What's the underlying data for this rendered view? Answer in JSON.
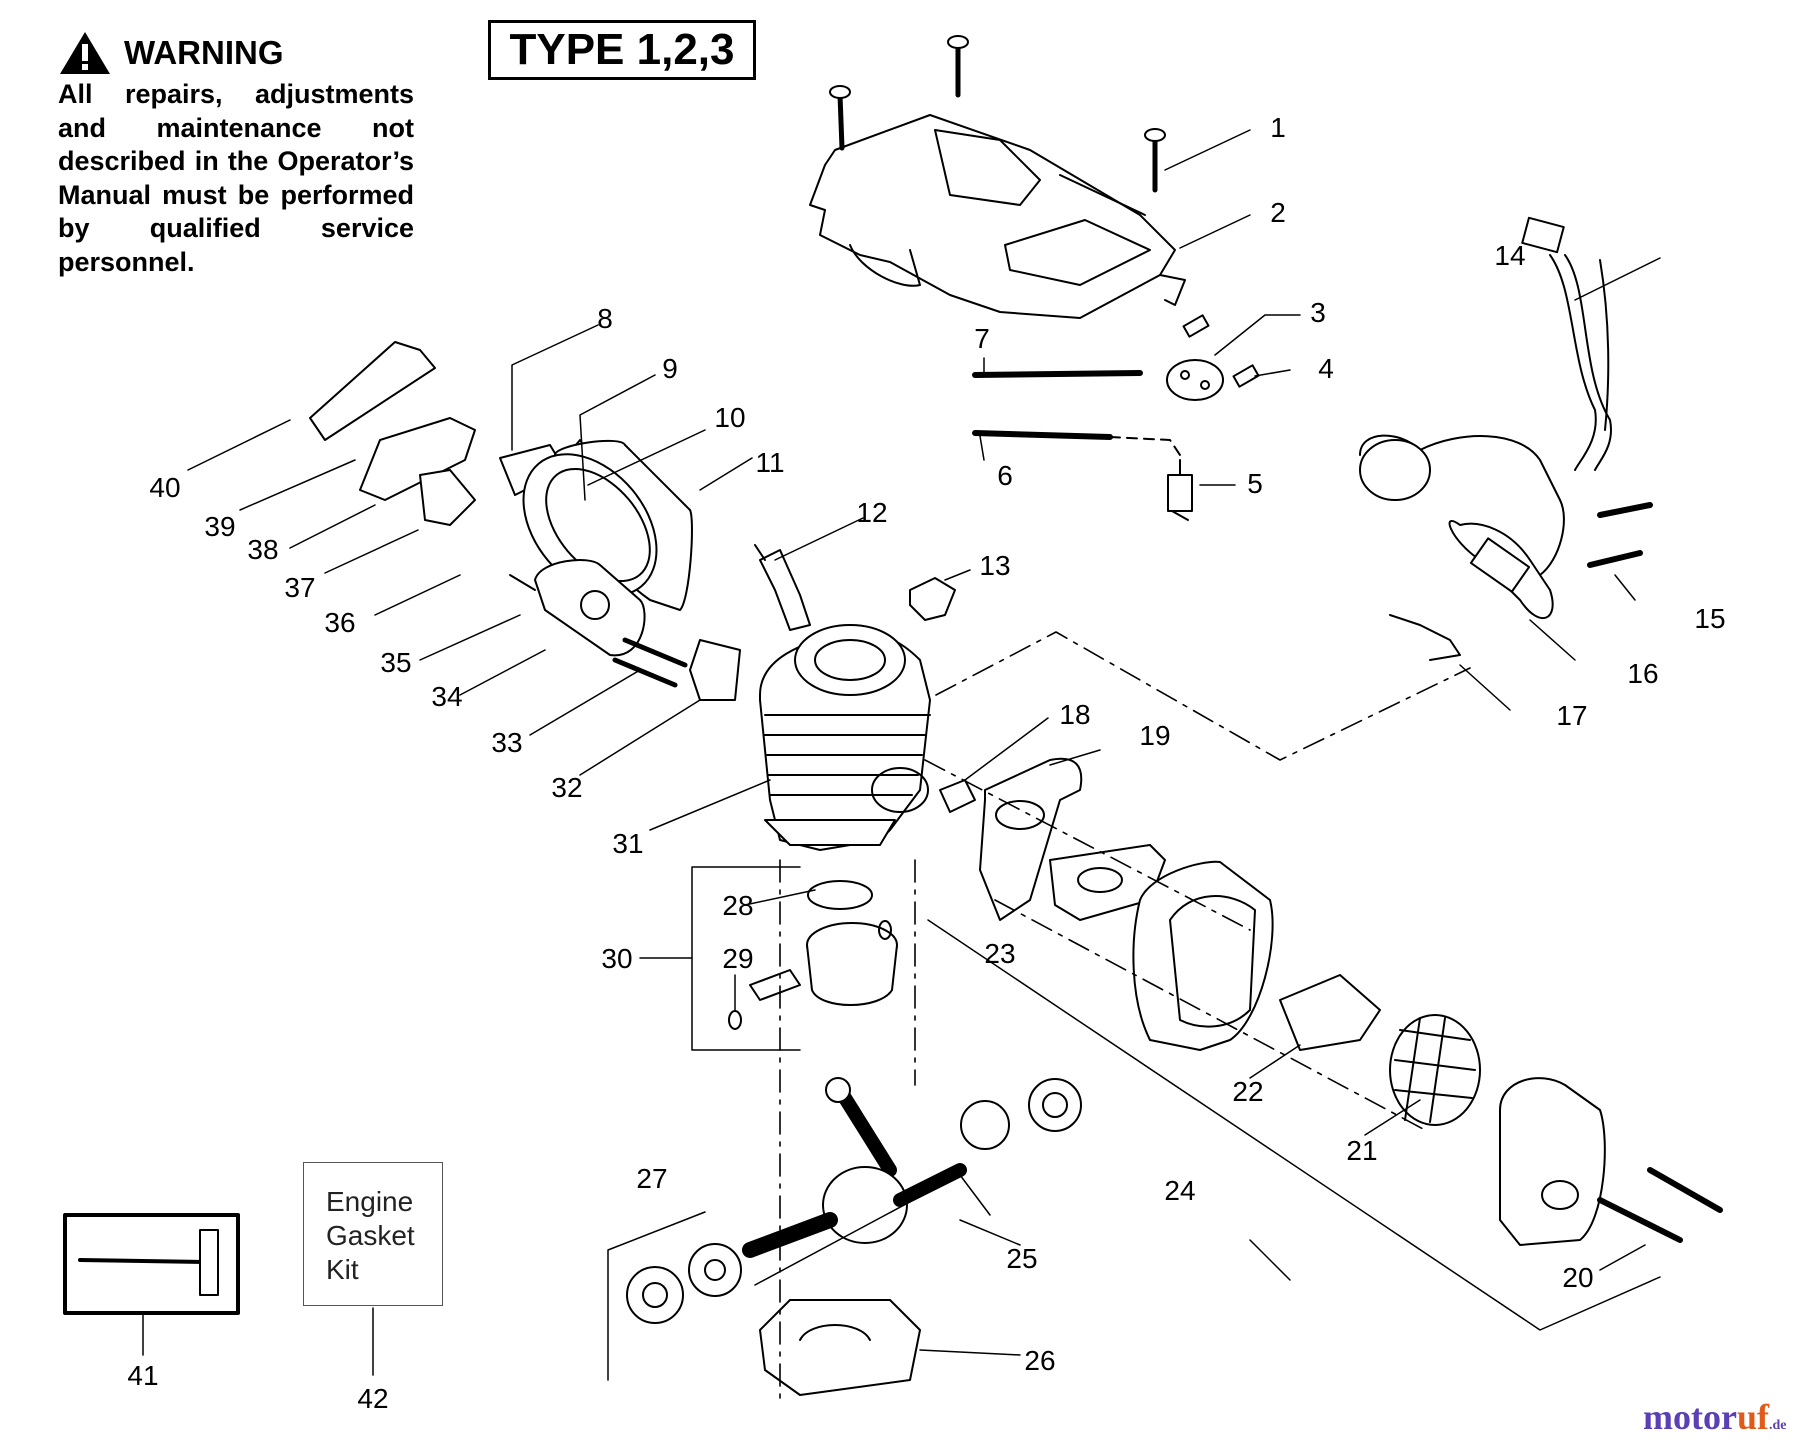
{
  "warning": {
    "title": "WARNING",
    "text": "All repairs, adjustments and maintenance not described in the Operator’s Manual must be performed by qualified service personnel."
  },
  "type_label": "TYPE 1,2,3",
  "kit_label": [
    "Engine",
    "Gasket",
    "Kit"
  ],
  "watermark": {
    "brand_a": "motor",
    "brand_b": "uf",
    "suffix": ".de"
  },
  "part_numbers": [
    "1",
    "2",
    "3",
    "4",
    "5",
    "6",
    "7",
    "8",
    "9",
    "10",
    "11",
    "12",
    "13",
    "14",
    "15",
    "16",
    "17",
    "18",
    "19",
    "20",
    "21",
    "22",
    "23",
    "24",
    "25",
    "26",
    "27",
    "28",
    "29",
    "30",
    "31",
    "32",
    "33",
    "34",
    "35",
    "36",
    "37",
    "38",
    "39",
    "40",
    "41",
    "42"
  ]
}
